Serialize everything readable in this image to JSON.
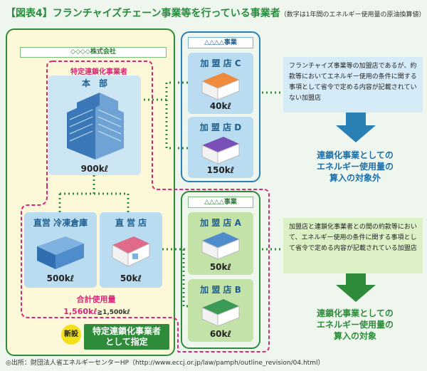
{
  "title": {
    "main": "【図表4】フランチャイズチェーン事業等を行っている事業者",
    "note": "（数字は1年間のエネルギー使用量の原油換算値）"
  },
  "company": {
    "label": "◇◇◇◇株式会社"
  },
  "hq": {
    "group_label": "特定連鎖化事業者",
    "name": "本　部",
    "usage": "900kℓ"
  },
  "direct": [
    {
      "name": "直営 冷凍倉庫",
      "usage": "500kℓ"
    },
    {
      "name": "直 営 店",
      "usage": "50kℓ"
    }
  ],
  "total": {
    "label": "合計使用量",
    "value": "1,560kℓ",
    "compare": "≧1,500kℓ"
  },
  "new_badge": "新設",
  "designated": {
    "line1": "特定連鎖化事業者",
    "line2": "として指定"
  },
  "franchise_top": {
    "label": "△△△△事業",
    "stores": [
      {
        "name": "加 盟 店 C",
        "usage": "40kℓ"
      },
      {
        "name": "加 盟 店 D",
        "usage": "150kℓ"
      }
    ],
    "description": "フランチャイズ事業等の加盟店であるが、約款等においてエネルギー使用の条件に関する事項として省令で定める内容が記載されていない加盟店",
    "result": {
      "line1": "連鎖化事業としての",
      "line2": "エネルギー使用量の",
      "line3": "算入の対象外"
    }
  },
  "franchise_bottom": {
    "label": "△△△△事業",
    "stores": [
      {
        "name": "加 盟 店 A",
        "usage": "50kℓ"
      },
      {
        "name": "加 盟 店 B",
        "usage": "60kℓ"
      }
    ],
    "description": "加盟店と連鎖化事業者との間の約款等において、エネルギー使用の条件に関する事項として省令で定める内容が記載されている加盟店",
    "result": {
      "line1": "連鎖化事業としての",
      "line2": "エネルギー使用量の",
      "line3": "算入の対象"
    }
  },
  "source": "◎出所：財団法人省エネルギーセンターHP（http://www.eccj.or.jp/law/pamph/outline_revision/04.html）",
  "colors": {
    "green": "#2e8b3a",
    "blue": "#2a7fb5",
    "pink": "#d6297a",
    "yellow_bg": "#fcf8d8"
  }
}
